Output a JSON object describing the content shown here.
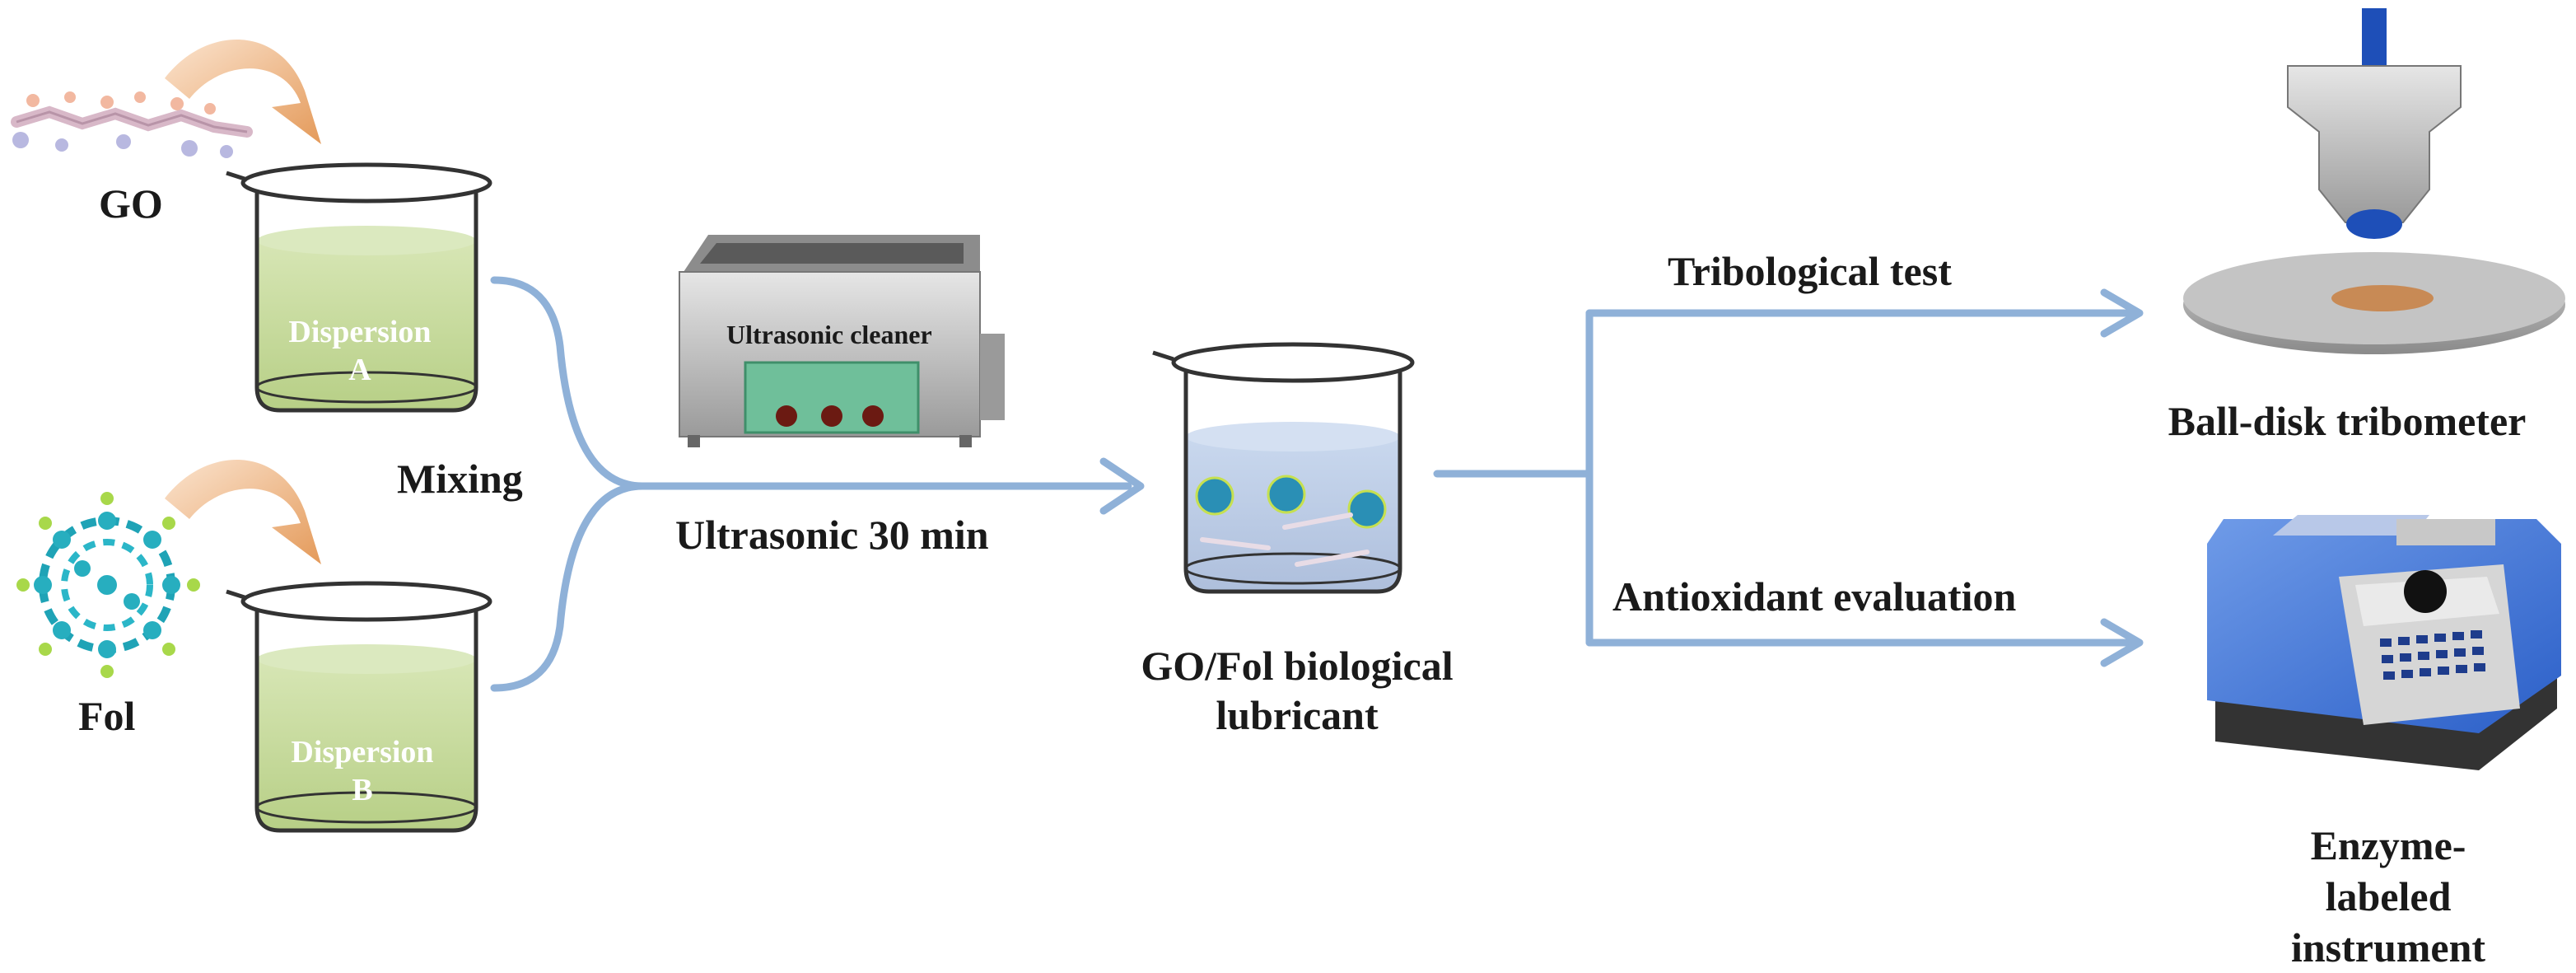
{
  "labels": {
    "go": "GO",
    "fol": "Fol",
    "dispersion_a": "Dispersion\nA",
    "dispersion_b": "Dispersion\nB",
    "mixing": "Mixing",
    "ultrasonic_cleaner": "Ultrasonic cleaner",
    "ultrasonic_time": "Ultrasonic 30 min",
    "product": "GO/Fol biological\nlubricant",
    "tribological_test": "Tribological test",
    "antioxidant_evaluation": "Antioxidant evaluation",
    "ball_disk": "Ball-disk tribometer",
    "enzyme_instrument": "Enzyme-labeled\ninstrument"
  },
  "colors": {
    "arrow": "#8fb1d8",
    "dispersion_liquid": "#c9dca0",
    "product_liquid": "#b7cbe6",
    "molecule": "#2bb6c8",
    "curved_arrow": "#e9a86a"
  }
}
